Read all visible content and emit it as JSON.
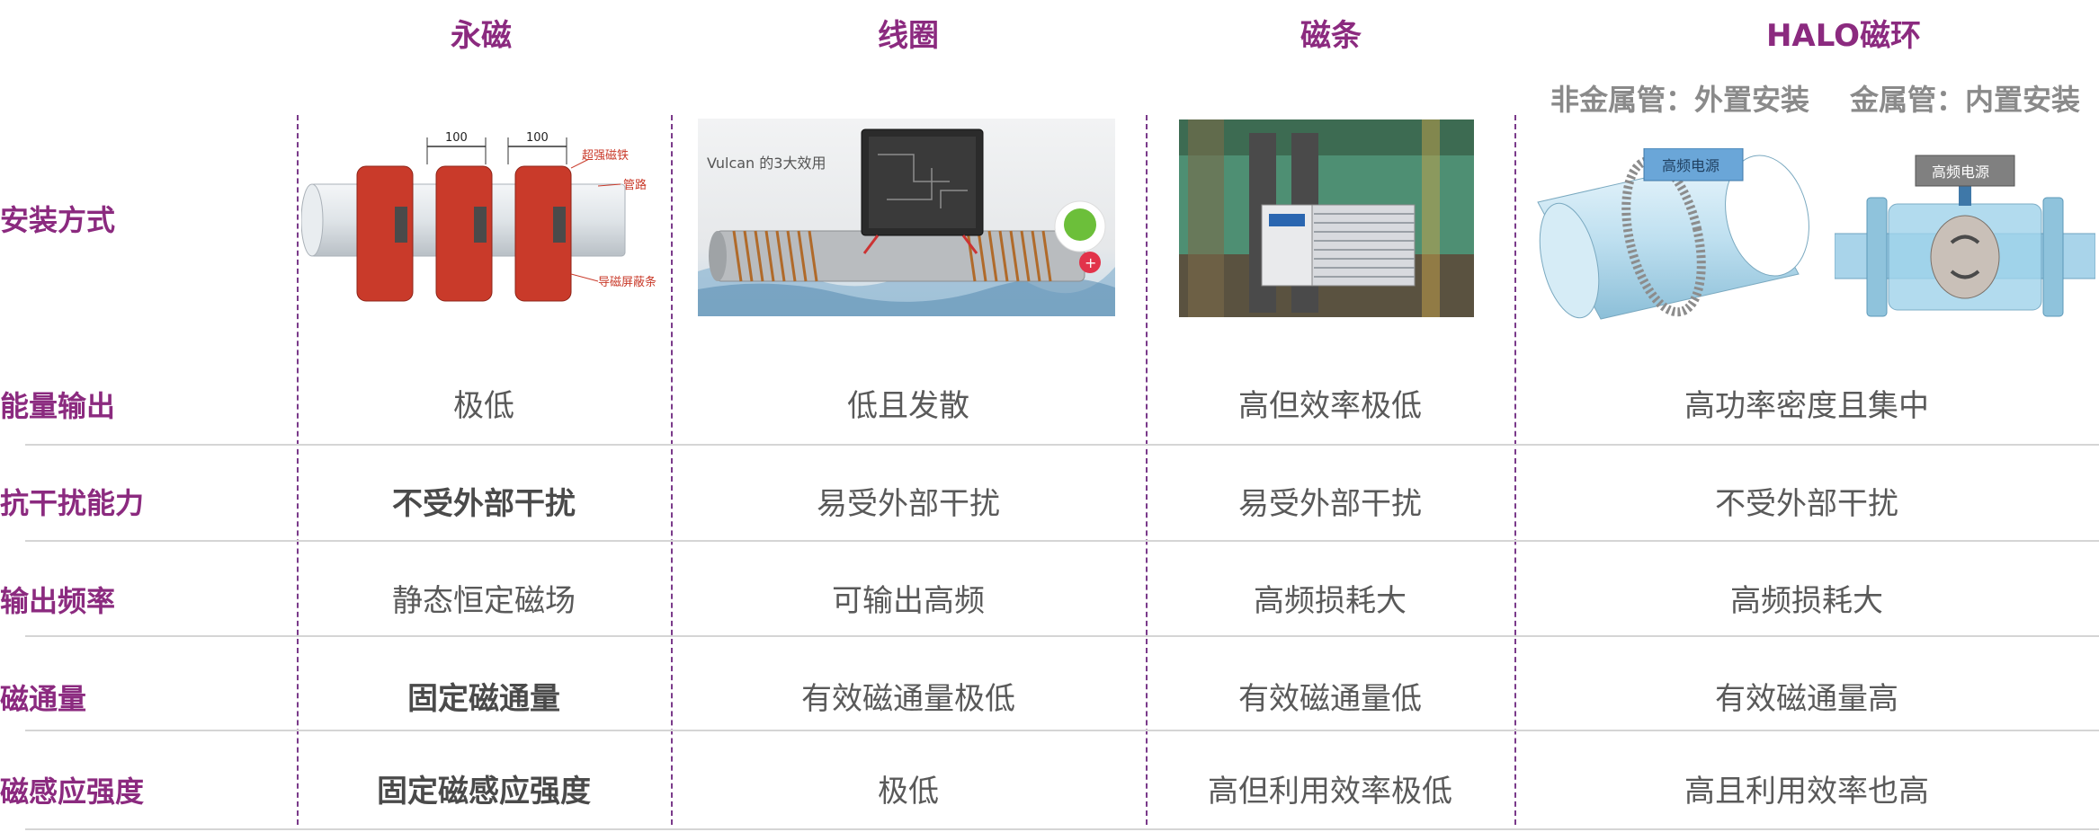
{
  "columns": [
    "永磁",
    "线圈",
    "磁条",
    "HALO磁环"
  ],
  "row_labels": [
    "安装方式",
    "能量输出",
    "抗干扰能力",
    "输出频率",
    "磁通量",
    "磁感应强度"
  ],
  "halo_install": {
    "nonmetal": "非金属管：外置安装",
    "metal": "金属管：内置安装"
  },
  "diagrams": {
    "pm_dim1": "100",
    "pm_dim2": "100",
    "pm_label_magnet": "超强磁铁",
    "pm_label_pipe": "管路",
    "pm_label_shield": "导磁屏蔽条",
    "vulcan_text": "Vulcan 的3大效用",
    "power_label_1": "高频电源",
    "power_label_2": "高频电源"
  },
  "rows": [
    {
      "cells": [
        "极低",
        "低且发散",
        "高但效率极低",
        "高功率密度且集中"
      ]
    },
    {
      "cells": [
        "不受外部干扰",
        "易受外部干扰",
        "易受外部干扰",
        "不受外部干扰"
      ]
    },
    {
      "cells": [
        "静态恒定磁场",
        "可输出高频",
        "高频损耗大",
        "高频损耗大"
      ]
    },
    {
      "cells": [
        "固定磁通量",
        "有效磁通量极低",
        "有效磁通量低",
        "有效磁通量高"
      ]
    },
    {
      "cells": [
        "固定磁感应强度",
        "极低",
        "高但利用效率极低",
        "高且利用效率也高"
      ]
    }
  ]
}
